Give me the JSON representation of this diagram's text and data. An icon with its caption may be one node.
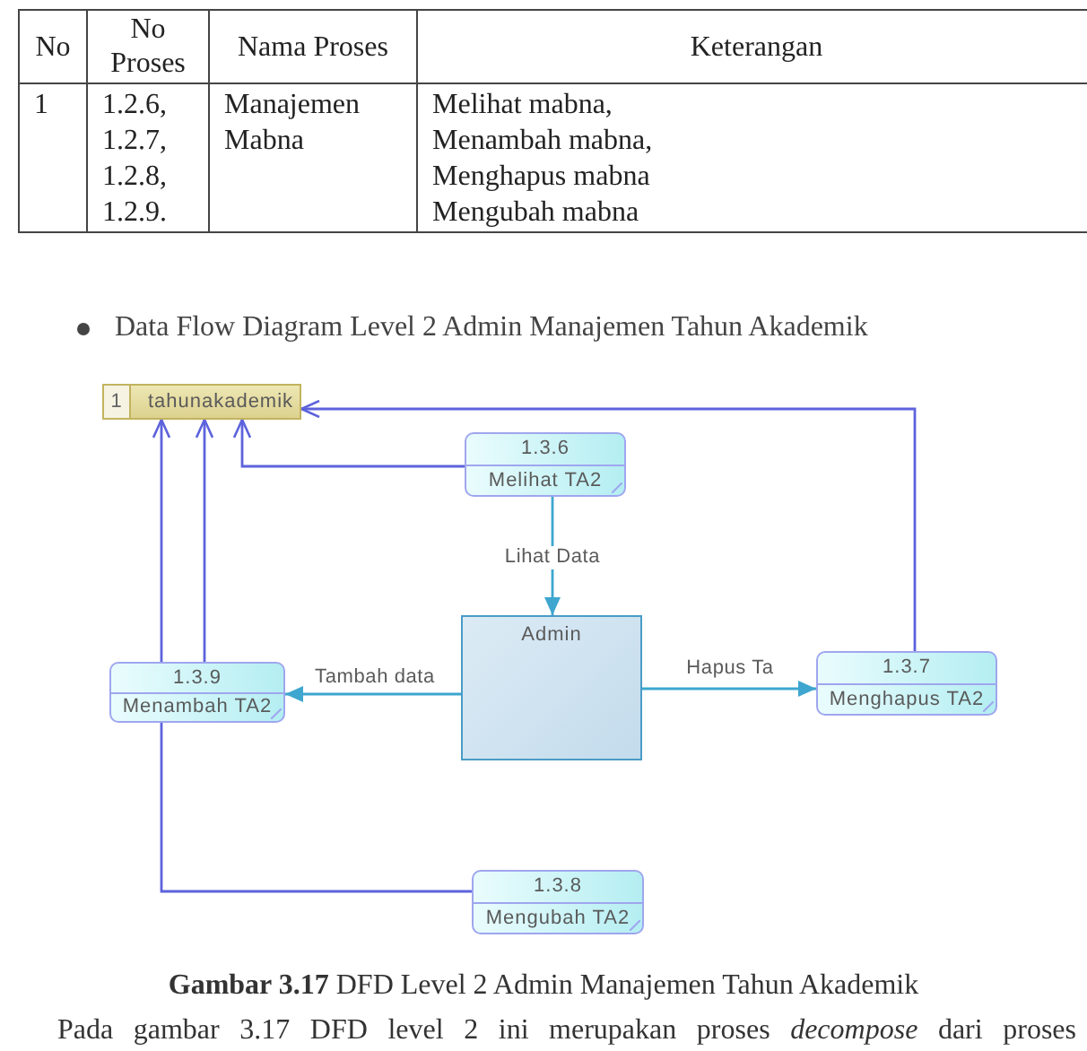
{
  "diagram": {
    "title": "Data Flow Diagram Level 2 Admin Manajemen Tahun Akademik",
    "caption": "**Gambar 3.17** DFD Level 2 Admin Manajemen Tahun Akademik",
    "nodes": [
      {
        "text": [
          "1",
          "tahunakademik"
        ]
      },
      {
        "text": [
          "1.3.6",
          "Melihat TA2"
        ]
      },
      {
        "text": [
          "Admin"
        ]
      },
      {
        "text": [
          "1.3.9",
          "Menambah TA2"
        ]
      },
      {
        "text": [
          "1.3.7",
          "Menghapus TA2"
        ]
      },
      {
        "text": [
          "1.3.8",
          "Mengubah TA2"
        ]
      }
    ],
    "edges": [
      {
        "from": 4,
        "to": 0,
        "arrow": "to"
      },
      {
        "from": 1,
        "to": 0,
        "arrow": "to"
      },
      {
        "from": 3,
        "to": 0,
        "arrow": "to"
      },
      {
        "from": 3,
        "to": 0,
        "arrow": "to"
      },
      {
        "from": 5,
        "to": 3,
        "arrow": "none"
      },
      {
        "from": 1,
        "to": 2,
        "arrow": "to",
        "label": "Lihat Data",
        "color": "#3ea6cf"
      },
      {
        "from": 2,
        "to": 3,
        "arrow": "to",
        "label": "Tambah data",
        "color": "#3ea6cf"
      },
      {
        "from": 2,
        "to": 4,
        "arrow": "to",
        "label": "Hapus Ta",
        "color": "#3ea6cf"
      }
    ],
    "labels": [
      "No",
      "No Proses",
      "Nama Proses",
      "Keterangan",
      "1",
      "1.2.6, 1.2.7, 1.2.8, 1.2.9.",
      "Manajemen Mabna",
      "Melihat mabna, Menambah mabna, Menghapus mabna Mengubah mabna",
      "Pada gambar 3.17 DFD level 2 ini merupakan proses *decompose* dari proses"
    ]
  }
}
